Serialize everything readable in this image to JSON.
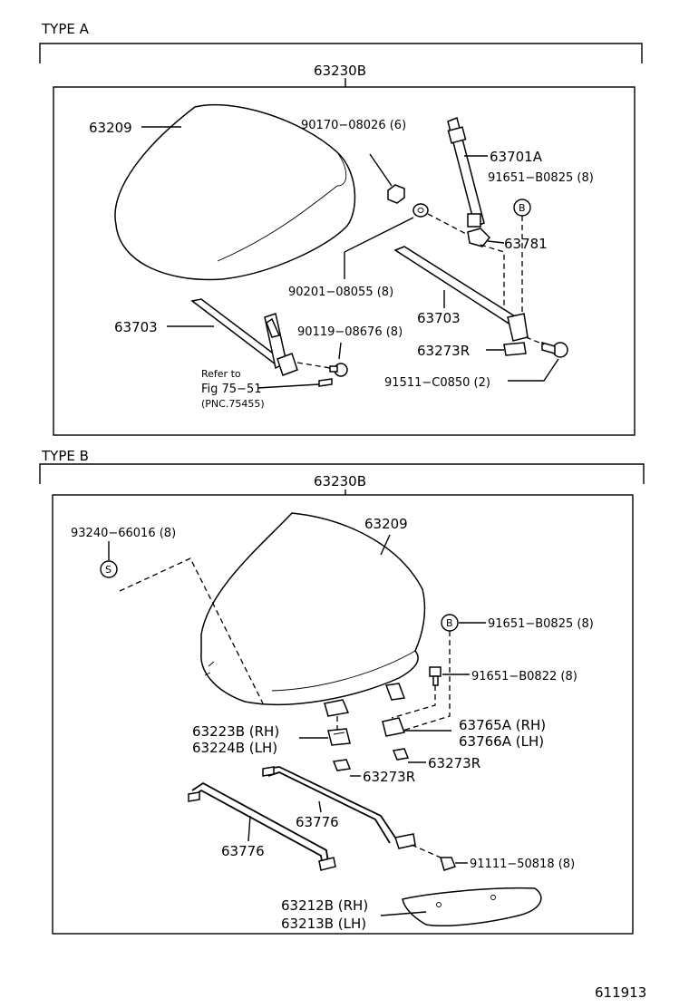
{
  "typeA": {
    "title": "TYPE  A",
    "assembly": "63230B",
    "labels": {
      "seat": "63209",
      "nut": "90170−08026 (6)",
      "stay": "63701A",
      "screwB": "91651−B0825 (8)",
      "calloutB": "B",
      "bracket": "63781",
      "washer": "90201−08055 (8)",
      "railL": "63703",
      "railR": "63703",
      "bolt": "90119−08676 (8)",
      "plate": "63273R",
      "bolt2": "91511−C0850 (2)",
      "refer1": "Refer to",
      "refer2": "Fig 75−51",
      "refer3": "(PNC.75455)"
    }
  },
  "typeB": {
    "title": "TYPE  B",
    "assembly": "63230B",
    "labels": {
      "clip": "93240−66016 (8)",
      "calloutS": "S",
      "seat": "63209",
      "calloutB": "B",
      "screwB": "91651−B0825 (8)",
      "screw2": "91651−B0822 (8)",
      "hingeRH": "63223B (RH)",
      "hingeLH": "63224B (LH)",
      "bracketRH": "63765A (RH)",
      "bracketLH": "63766A (LH)",
      "plate1": "63273R",
      "plate2": "63273R",
      "frame1": "63776",
      "frame2": "63776",
      "screw3": "91111−50818 (8)",
      "coverRH": "63212B (RH)",
      "coverLH": "63213B (LH)"
    }
  },
  "figure_number": "611913"
}
